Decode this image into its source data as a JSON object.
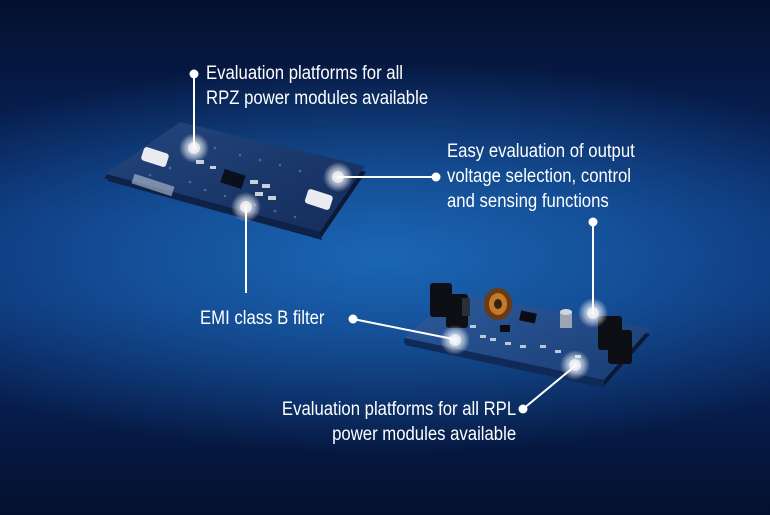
{
  "colors": {
    "background_dark": "#04102e",
    "background_glow": "#1b66b4",
    "pcb_blue": "#16386e",
    "callout": "#ffffff"
  },
  "callouts": [
    {
      "id": "rpz",
      "lines": [
        "Evaluation platforms for all",
        "RPZ power modules available"
      ]
    },
    {
      "id": "easy",
      "lines": [
        "Easy evaluation of output",
        "voltage selection, control",
        "and sensing functions"
      ]
    },
    {
      "id": "emi",
      "lines": [
        "EMI class B filter"
      ]
    },
    {
      "id": "rpl",
      "lines": [
        "Evaluation platforms for all RPL",
        "power modules available"
      ]
    }
  ]
}
